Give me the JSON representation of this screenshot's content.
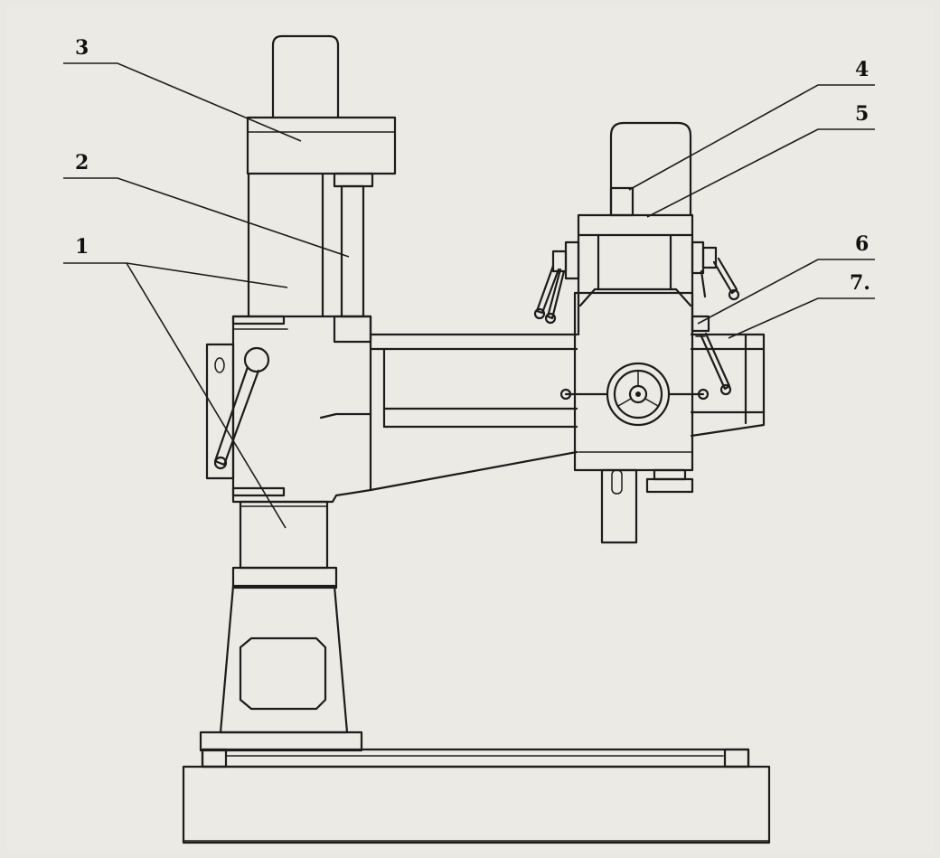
{
  "diagram": {
    "labels": [
      {
        "id": "1",
        "text": "1"
      },
      {
        "id": "2",
        "text": "2"
      },
      {
        "id": "3",
        "text": "3"
      },
      {
        "id": "4",
        "text": "4"
      },
      {
        "id": "5",
        "text": "5"
      },
      {
        "id": "6",
        "text": "6"
      },
      {
        "id": "7",
        "text": "7."
      }
    ]
  }
}
